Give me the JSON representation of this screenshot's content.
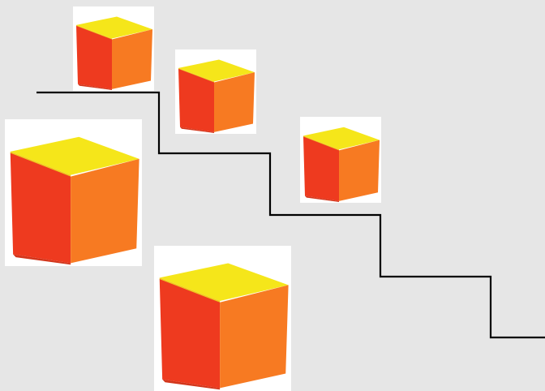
{
  "diagram": {
    "background_color": "#e6e6e6",
    "tile_color": "#ffffff",
    "line_color": "#000000",
    "cube_colors": {
      "top": "#f5e61a",
      "top_edge": "#f0c81e",
      "front": "#ee3a1f",
      "side": "#f77a22",
      "shadow": "#d3361c"
    },
    "cubes": [
      {
        "name": "cube-small-1",
        "size": "small"
      },
      {
        "name": "cube-small-2",
        "size": "small"
      },
      {
        "name": "cube-small-3",
        "size": "small"
      },
      {
        "name": "cube-large-1",
        "size": "large"
      },
      {
        "name": "cube-large-2",
        "size": "large"
      }
    ],
    "staircase": {
      "steps": 4
    }
  }
}
